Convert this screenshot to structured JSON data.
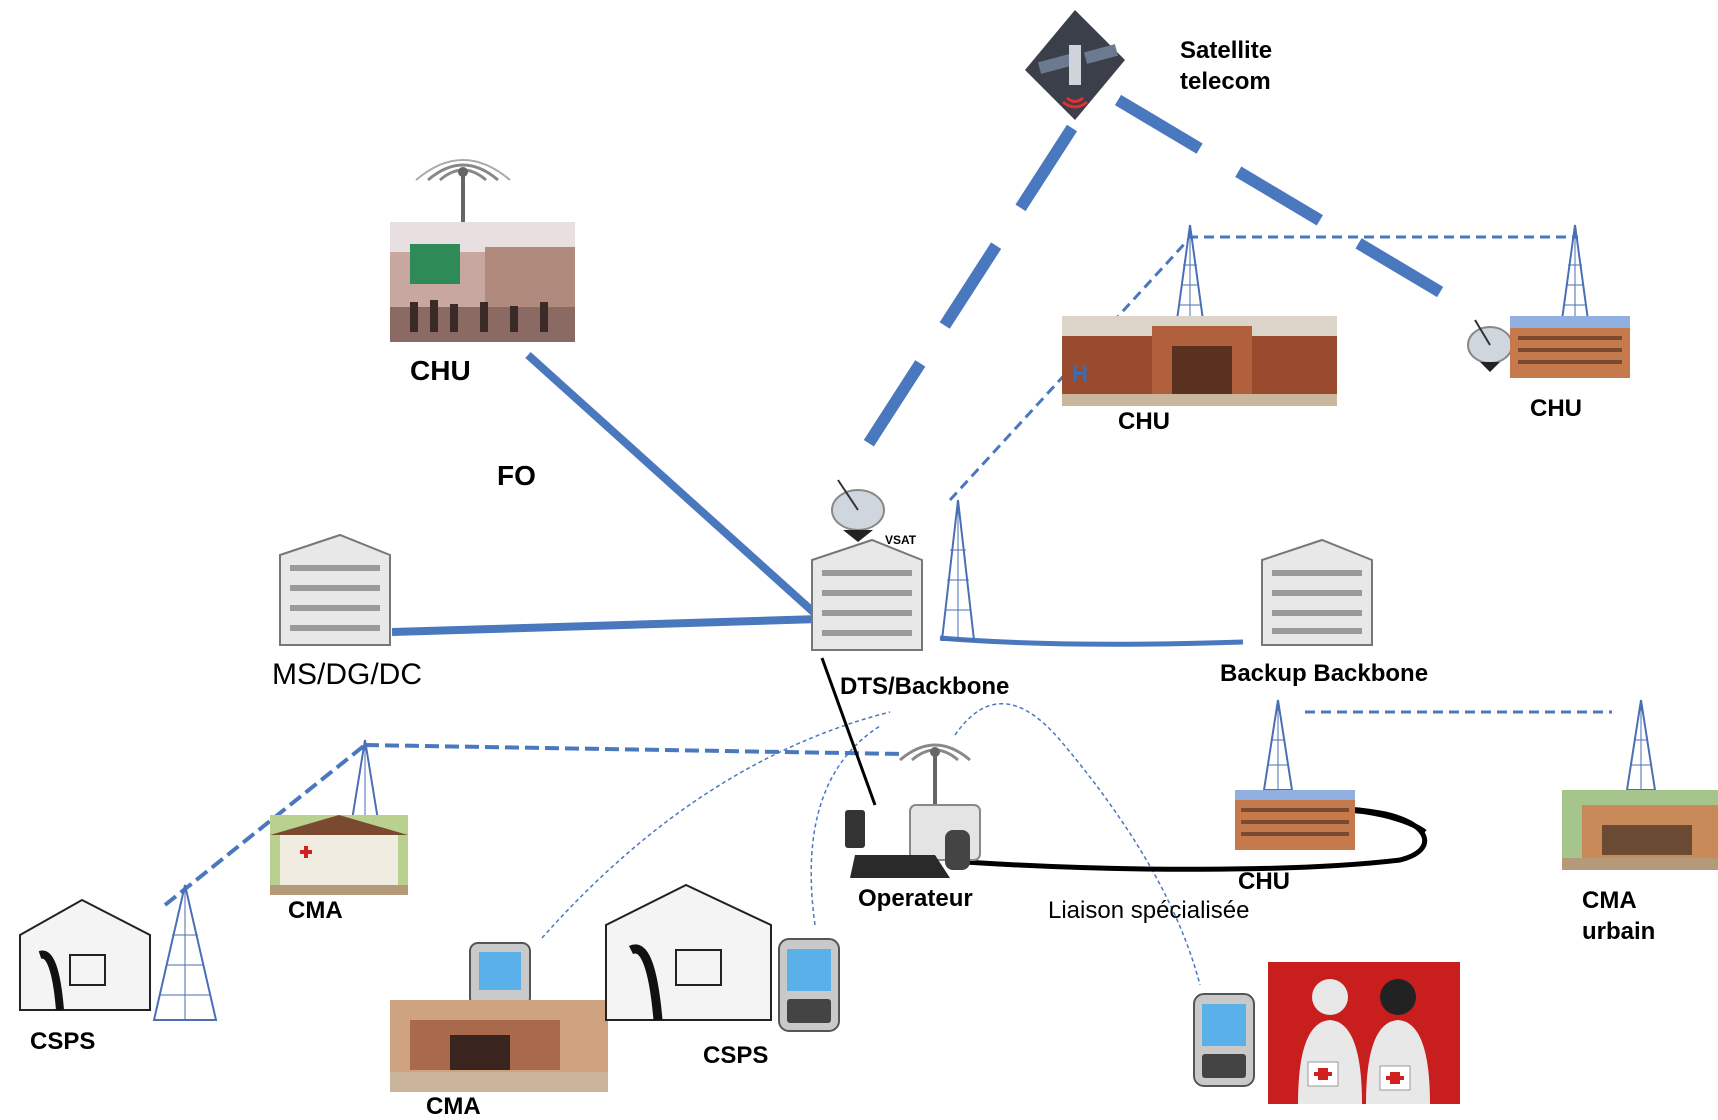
{
  "labels": {
    "satellite": "Satellite\ntelecom",
    "chu_top_left": "CHU",
    "fo": "FO",
    "chu_mid": "CHU",
    "chu_right": "CHU",
    "ms": "MS/DG/DC",
    "dts": "DTS/Backbone",
    "backup": "Backup Backbone",
    "chu_lower": "CHU",
    "cma_urbain": "CMA\nurbain",
    "operateur": "Operateur",
    "liaison": "Liaison spécialisée",
    "cma_left": "CMA",
    "cma_bottom": "CMA",
    "csps_left": "CSPS",
    "csps_mid": "CSPS",
    "vsat": "VSAT"
  },
  "colors": {
    "link_blue": "#4a78be",
    "link_black": "#000000",
    "tower": "#4a6fb5",
    "building": "#d8d8d8"
  },
  "icons": {
    "satellite": "satellite-icon",
    "tower": "radio-tower-icon",
    "dish": "vsat-dish-icon",
    "building": "office-building-icon",
    "phone": "desk-phone-icon",
    "pda": "pda-phone-icon",
    "health": "health-worker-icon"
  }
}
